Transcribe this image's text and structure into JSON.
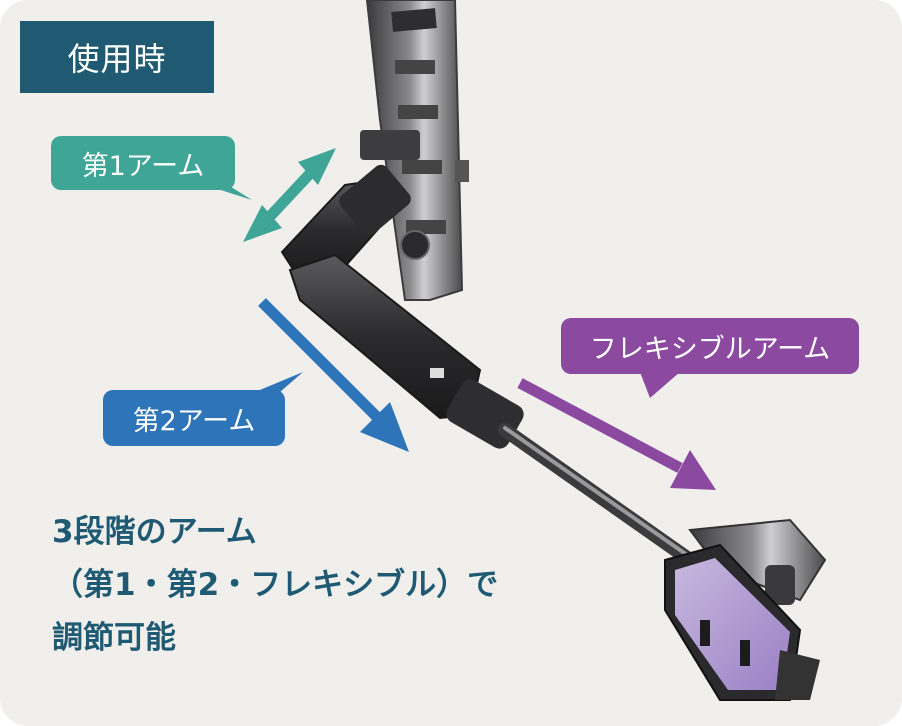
{
  "badge": {
    "label": "使用時"
  },
  "labels": {
    "arm1": "第1アーム",
    "arm2": "第2アーム",
    "flexible": "フレキシブルアーム"
  },
  "caption": {
    "line1": "3段階のアーム",
    "line2": "（第1・第2・フレキシブル）で",
    "line3": "調節可能"
  },
  "colors": {
    "background": "#f1efec",
    "badge": "#1f5a72",
    "arm1": "#3fa597",
    "arm2": "#2d74b9",
    "flexible": "#8b4aa0",
    "caption_text": "#1e5a73"
  }
}
